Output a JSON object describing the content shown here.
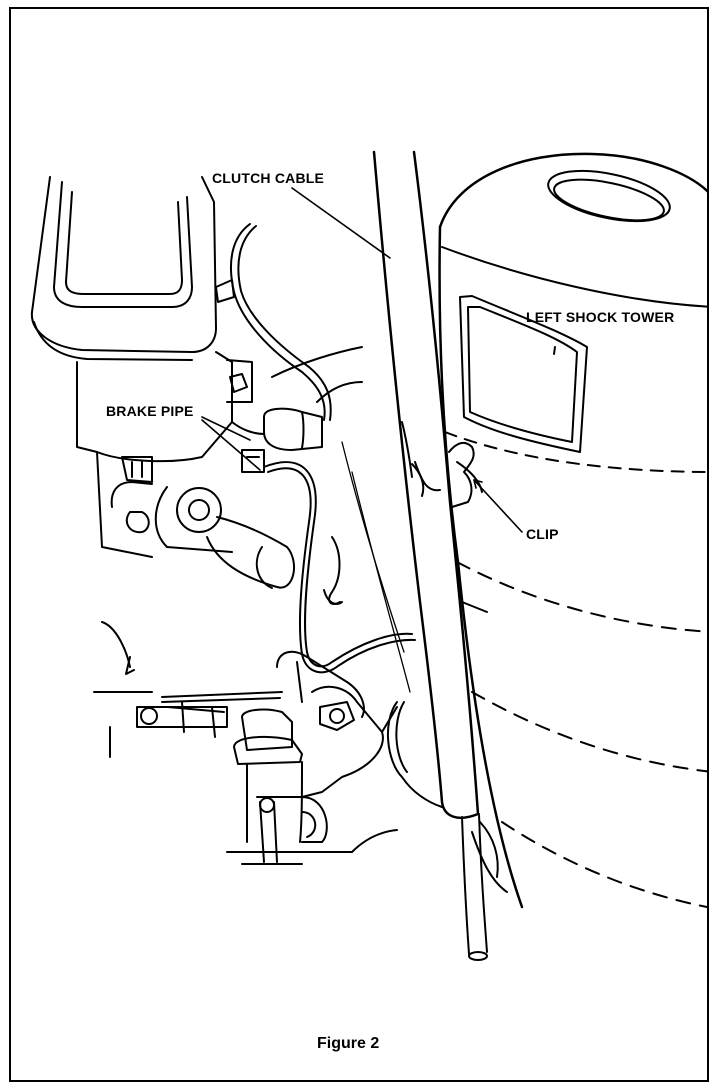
{
  "figure": {
    "labels": {
      "clutch_cable": "CLUTCH CABLE",
      "left_shock_tower": "LEFT SHOCK TOWER",
      "brake_pipe": "BRAKE PIPE",
      "clip": "CLIP"
    },
    "caption": "Figure 2",
    "line_color": "#000000",
    "background": "#ffffff"
  }
}
